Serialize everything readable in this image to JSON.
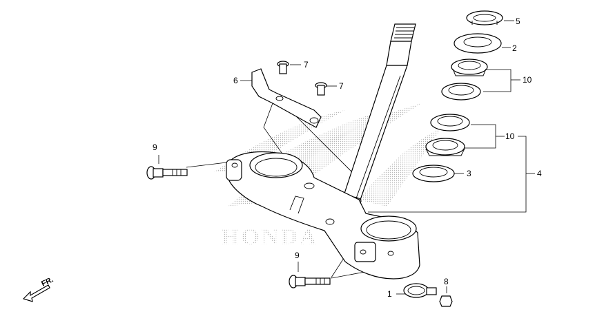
{
  "callouts": {
    "c1": "1",
    "c2": "2",
    "c3": "3",
    "c4": "4",
    "c5": "5",
    "c6": "6",
    "c7a": "7",
    "c7b": "7",
    "c8": "8",
    "c9a": "9",
    "c9b": "9",
    "c10a": "10",
    "c10b": "10"
  },
  "direction_label": "FR.",
  "watermark_text": "HONDA",
  "colors": {
    "line": "#000000",
    "background": "#ffffff",
    "watermark": "#b8b8b8"
  }
}
